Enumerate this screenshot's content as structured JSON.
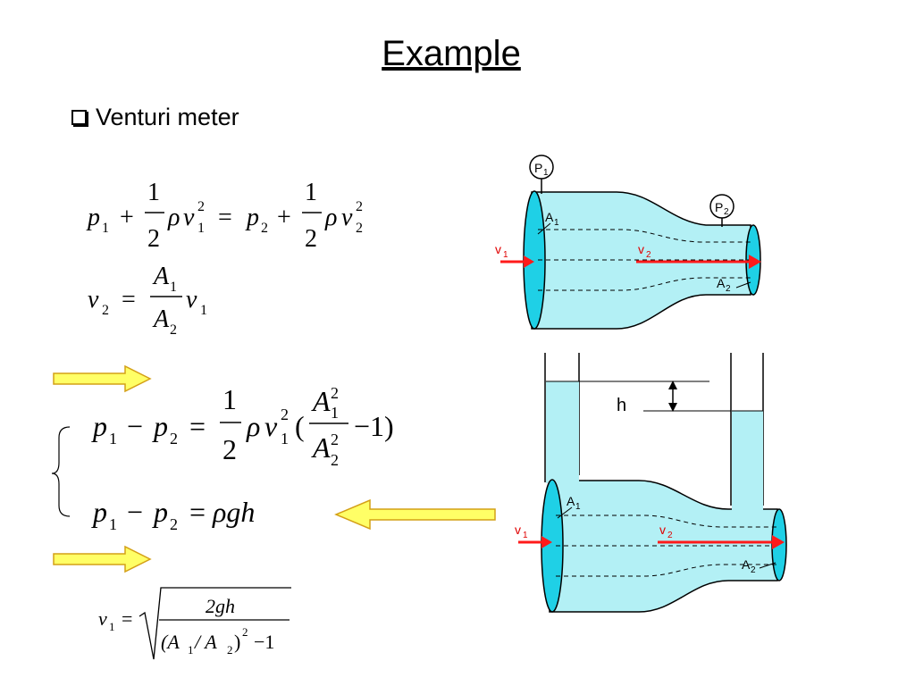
{
  "slide": {
    "title": "Example",
    "bullet": "Venturi meter"
  },
  "equations": {
    "eq1": {
      "p1": "p",
      "sub1": "1",
      "plus": "+",
      "one": "1",
      "two": "2",
      "rho": "ρ",
      "v": "v",
      "sq": "2",
      "equals": "=",
      "p2": "p",
      "sub2": "2"
    },
    "eq2": {
      "lhs": "v",
      "lhs_sub": "2",
      "equals": "=",
      "num": "A",
      "num_sub": "1",
      "den": "A",
      "den_sub": "2",
      "rhs": "v",
      "rhs_sub": "1"
    },
    "eq3": {
      "minus": "−",
      "equals": "=",
      "one": "1",
      "two": "2",
      "lparen": "(",
      "rparen": "−1)",
      "A": "A",
      "sub1": "1",
      "sub2": "2",
      "exp": "2"
    },
    "eq4": {
      "rhs": "ρgh"
    },
    "eq5": {
      "lhs": "v",
      "lhs_sub": "1",
      "equals": "=",
      "num": "2gh",
      "den": "(A",
      "den_sub1": "1",
      "slash": " / A",
      "den_sub2": "2",
      "den_close": ")",
      "den_exp": "2",
      "den_tail": "−1"
    }
  },
  "diagram_top": {
    "gauge1": "P",
    "gauge1_sub": "1",
    "gauge2": "P",
    "gauge2_sub": "2",
    "a1": "A",
    "a1_sub": "1",
    "a2": "A",
    "a2_sub": "2",
    "v1": "v",
    "v1_sub": "1",
    "v2": "v",
    "v2_sub": "2"
  },
  "diagram_bottom": {
    "h_label": "h",
    "a1": "A",
    "a1_sub": "1",
    "a2": "A",
    "a2_sub": "2",
    "v1": "v",
    "v1_sub": "1",
    "v2": "v",
    "v2_sub": "2"
  },
  "colors": {
    "fluid": "#b3f0f5",
    "fluid_end": "#1fd0e6",
    "arrow_red": "#ff1a1a",
    "label_red": "#e00000",
    "arrow_fill": "#ffff66",
    "arrow_stroke": "#d4a017"
  }
}
